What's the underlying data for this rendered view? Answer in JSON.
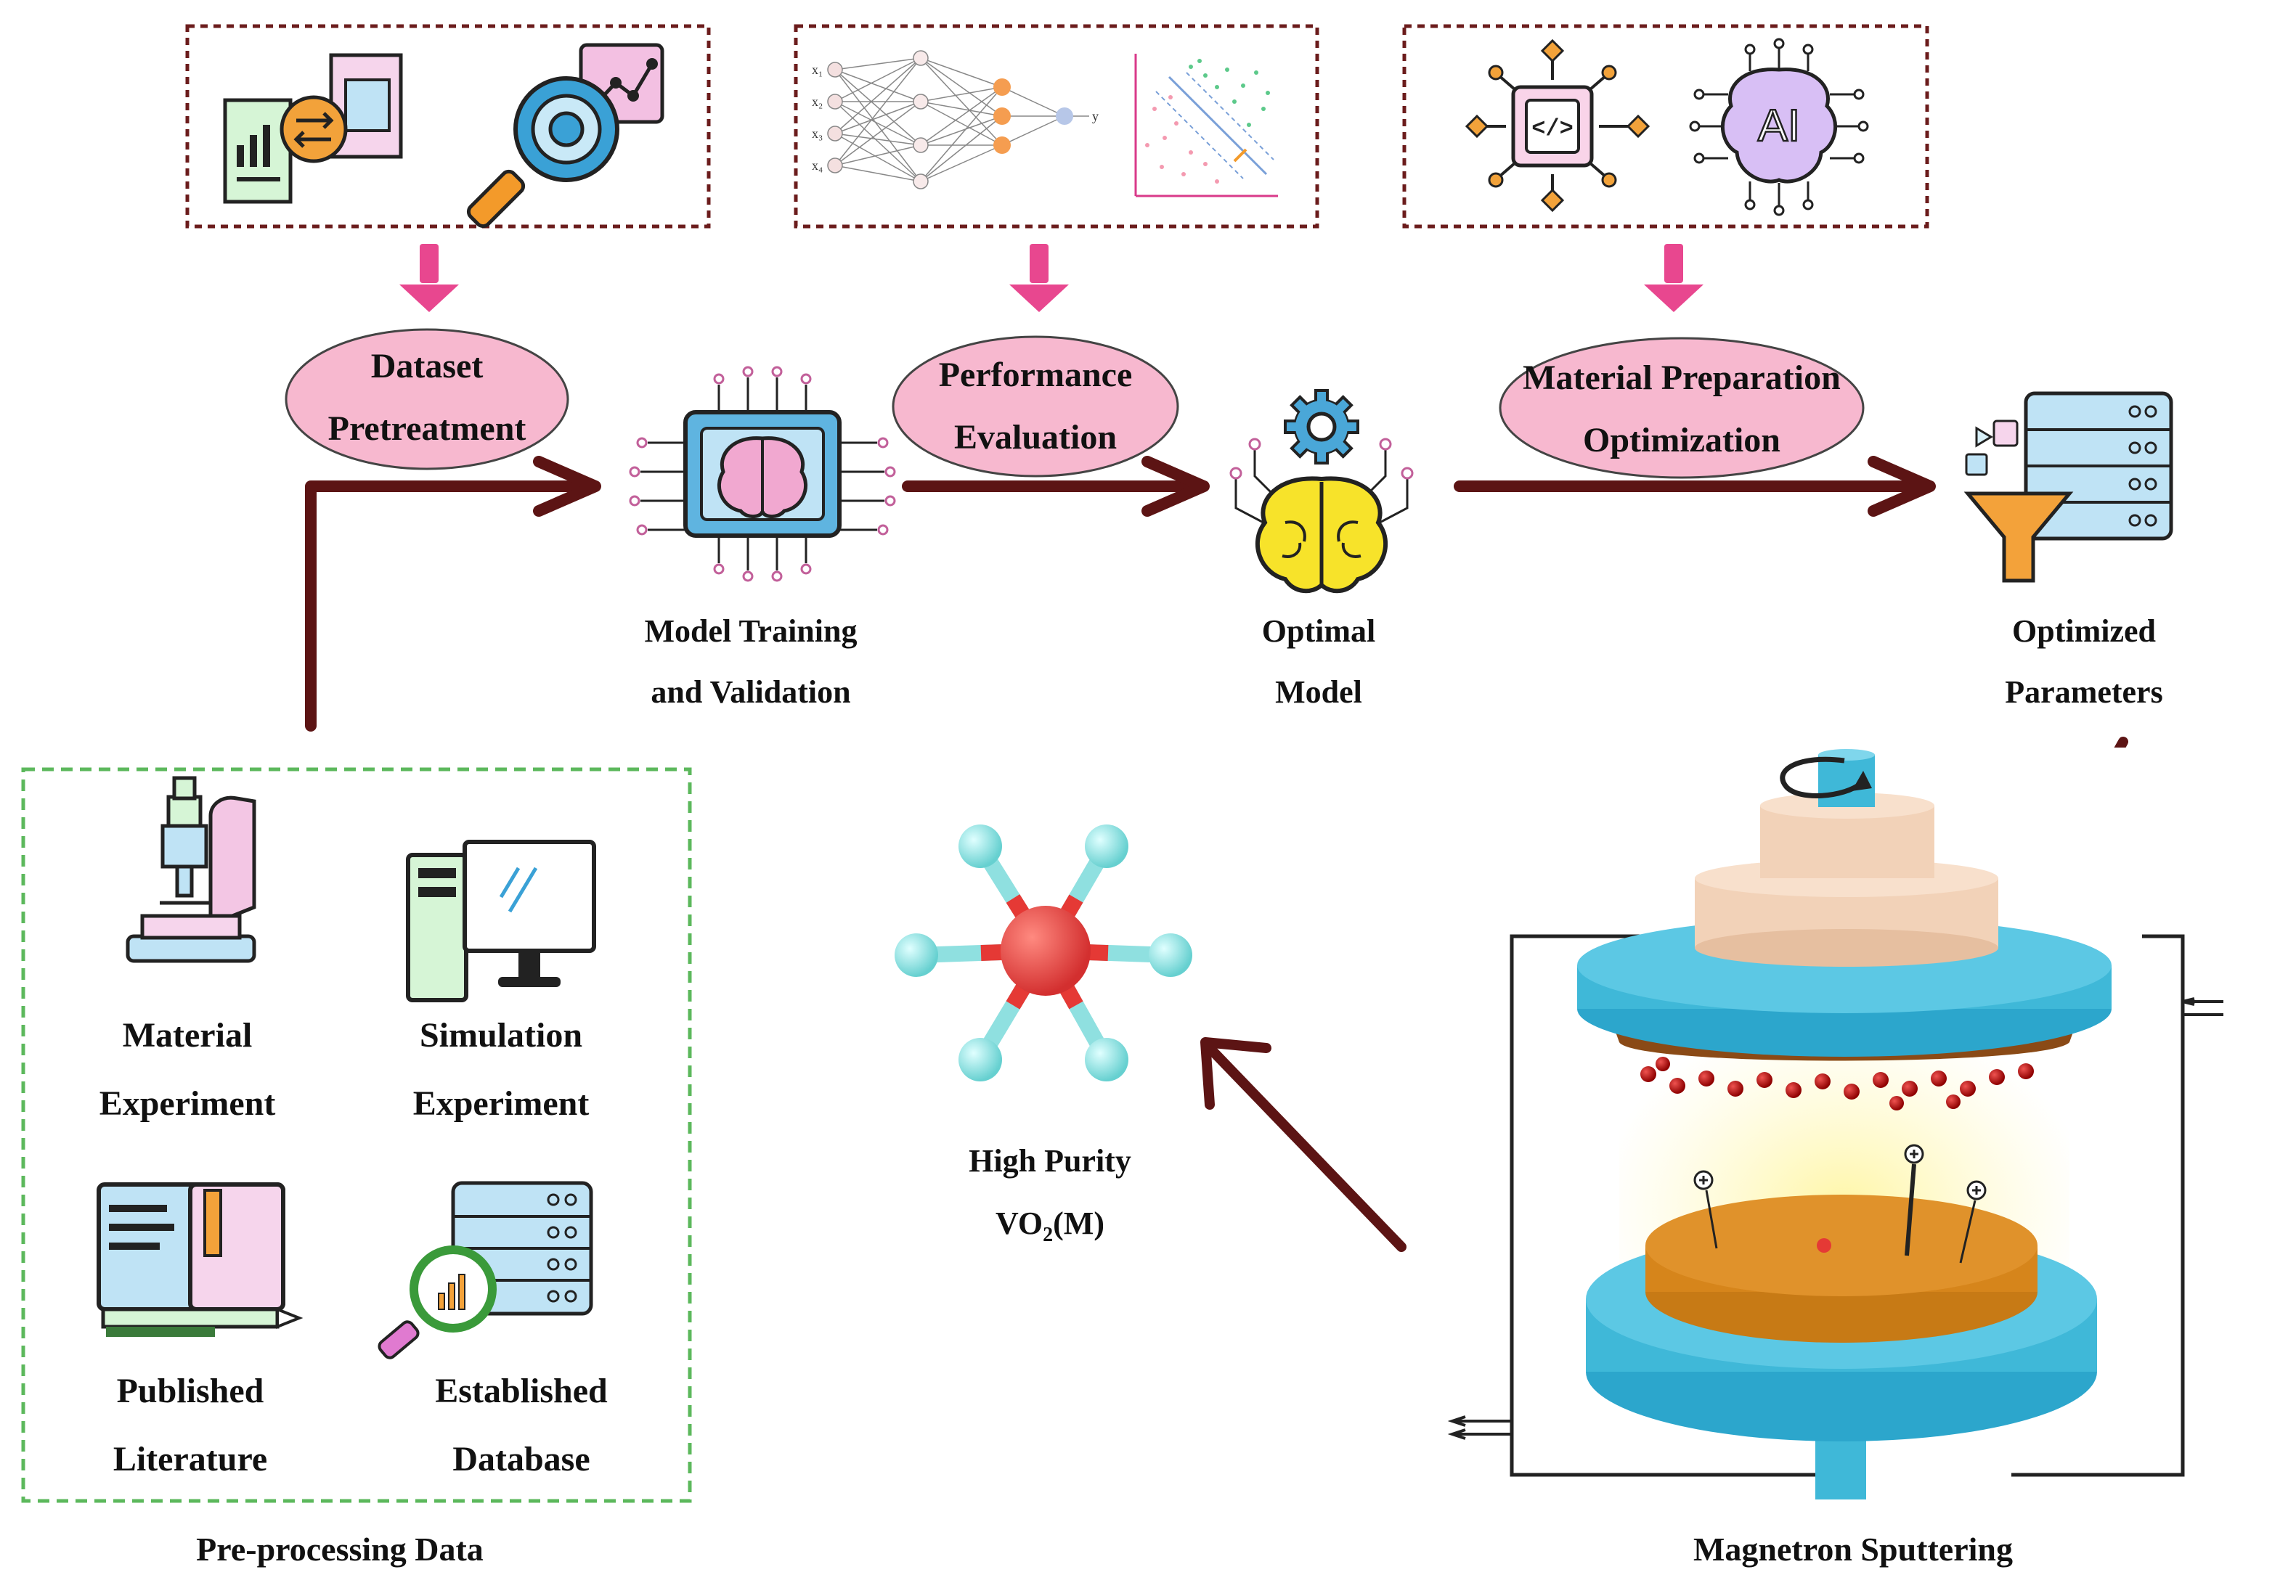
{
  "colors": {
    "arrow_dark": "#5c1414",
    "arrow_pink": "#e8478f",
    "ellipse_fill": "#f7b8cf",
    "box_border_dark": "#6b1c1c",
    "box_border_green": "#5cb85c",
    "target_cyan": "#3fb8d8",
    "substrate_orange": "#d6851b",
    "molecule_center": "#e53935",
    "molecule_outer": "#8fe0e0"
  },
  "icons": {
    "box1": [
      "documents-exchange-icon",
      "magnifier-gear-chart-icon"
    ],
    "box2": [
      "neural-network-icon",
      "scatter-plot-icon"
    ],
    "box3": [
      "code-chip-icon",
      "ai-brain-chip-icon"
    ],
    "model_training": "brain-chip-icon",
    "optimal_model": "brain-gear-icon",
    "optimized_parameters": "server-funnel-icon",
    "data_sources": [
      "microscope-icon",
      "computer-icon",
      "book-icon",
      "database-search-icon"
    ]
  },
  "steps": {
    "dataset_pretreatment": [
      "Dataset",
      "Pretreatment"
    ],
    "performance_evaluation": [
      "Performance",
      "Evaluation"
    ],
    "material_preparation": [
      "Material Preparation",
      "Optimization"
    ]
  },
  "stages": {
    "model_training": [
      "Model Training",
      "and Validation"
    ],
    "optimal_model": [
      "Optimal",
      "Model"
    ],
    "optimized_parameters": [
      "Optimized",
      "Parameters"
    ]
  },
  "sources": {
    "material": [
      "Material",
      "Experiment"
    ],
    "simulation": [
      "Simulation",
      "Experiment"
    ],
    "literature": [
      "Published",
      "Literature"
    ],
    "database": [
      "Established",
      "Database"
    ]
  },
  "product": {
    "line1": "High Purity",
    "formula_main": "VO",
    "formula_sub": "2",
    "formula_tail": "(M)"
  },
  "captions": {
    "preprocessing": "Pre-processing Data",
    "sputtering": "Magnetron Sputtering"
  },
  "network_labels": [
    "x₁",
    "x₂",
    "x₃",
    "x₄",
    "y"
  ],
  "ai_chip_text": "AI",
  "code_chip_text": "</>"
}
